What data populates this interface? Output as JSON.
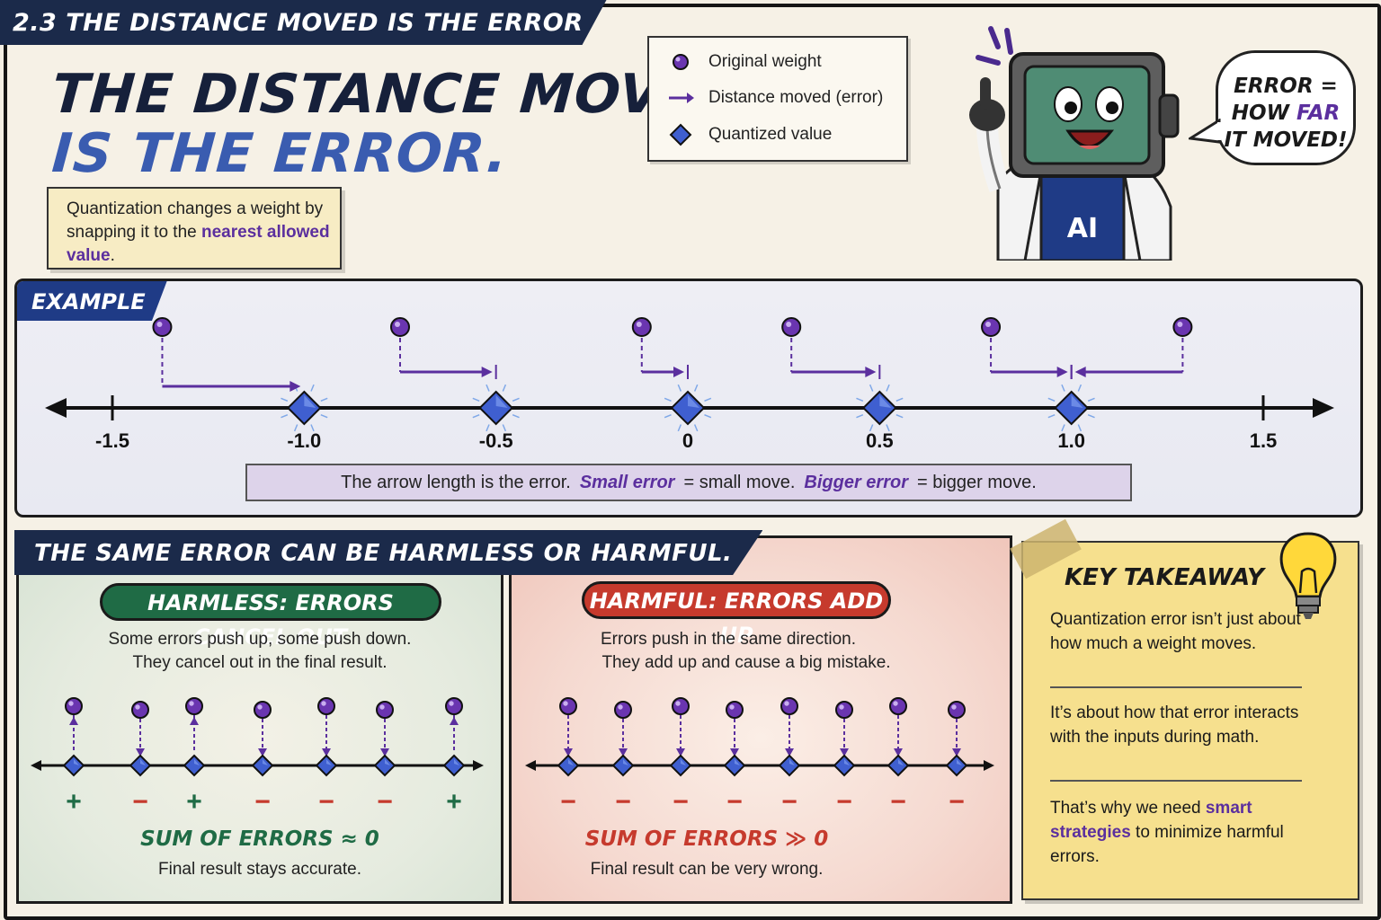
{
  "header": {
    "section_tag": "2.3 THE DISTANCE MOVED IS THE ERROR",
    "title_line1": "THE DISTANCE MOVED",
    "title_line2": "IS THE ERROR."
  },
  "intro": {
    "text_before": "Quantization changes a weight by snapping it to the ",
    "highlight": "nearest allowed value",
    "text_after": "."
  },
  "legend": {
    "items": [
      {
        "icon": "purple-dot-icon",
        "label": "Original weight"
      },
      {
        "icon": "purple-arrow-icon",
        "label": "Distance moved (error)"
      },
      {
        "icon": "blue-diamond-icon",
        "label": "Quantized value"
      }
    ]
  },
  "mascot": {
    "icon": "ai-robot-mascot-icon",
    "shirt_text": "AI",
    "bubble_line1": "ERROR =",
    "bubble_line2_a": "HOW ",
    "bubble_line2_b": "FAR",
    "bubble_line3": "IT MOVED!"
  },
  "example": {
    "tag": "EXAMPLE",
    "axis_ticks": [
      "-1.5",
      "-1.0",
      "-0.5",
      "0",
      "0.5",
      "1.0",
      "1.5"
    ],
    "quantized_values": [
      -1.0,
      -0.5,
      0,
      0.5,
      1.0
    ],
    "weights": [
      {
        "original": -1.37,
        "quantized": -1.0
      },
      {
        "original": -0.75,
        "quantized": -0.5
      },
      {
        "original": -0.12,
        "quantized": 0
      },
      {
        "original": 0.27,
        "quantized": 0.5
      },
      {
        "original": 0.79,
        "quantized": 1.0
      },
      {
        "original": 1.29,
        "quantized": 1.0
      }
    ],
    "note_a": "The arrow length is the error.",
    "note_b": "Small error",
    "note_c": "= small move.",
    "note_d": "Bigger error",
    "note_e": "= bigger move."
  },
  "comparison": {
    "tag": "THE SAME ERROR CAN BE HARMLESS OR HARMFUL.",
    "harmless": {
      "title": "HARMLESS: ERRORS CANCEL OUT",
      "desc_line1": "Some errors push up, some push down.",
      "desc_line2": "They cancel out in the final result.",
      "signs": [
        "+",
        "−",
        "+",
        "−",
        "−",
        "−",
        "+"
      ],
      "sum": "SUM OF ERRORS ≈ 0",
      "final": "Final result stays accurate.",
      "color": "#1f6b45"
    },
    "harmful": {
      "title": "HARMFUL: ERRORS ADD UP",
      "desc_line1": "Errors push in the same direction.",
      "desc_line2": "They add up and cause a big mistake.",
      "signs": [
        "−",
        "−",
        "−",
        "−",
        "−",
        "−",
        "−",
        "−"
      ],
      "sum": "SUM OF ERRORS ≫ 0",
      "final": "Final result can be very wrong.",
      "color": "#c63a2d"
    }
  },
  "takeaway": {
    "title": "KEY TAKEAWAY",
    "icon": "lightbulb-icon",
    "p1": "Quantization error isn’t just about how much a weight moves.",
    "p2": "It’s about how that error interacts with the inputs during math.",
    "p3_a": "That’s why we need ",
    "p3_b": "smart strategies",
    "p3_c": " to minimize harmful errors."
  },
  "colors": {
    "navy": "#1b2a4a",
    "purple": "#5b2f9e",
    "diamond": "#3f5fd0",
    "green": "#1f6b45",
    "red": "#c63a2d"
  }
}
